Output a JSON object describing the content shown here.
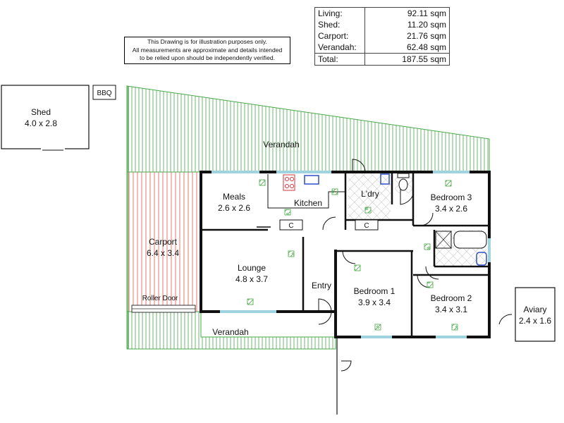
{
  "disclaimer": {
    "line1": "This Drawing is for illustration purposes only.",
    "line2": "All measurements are approximate and details intended",
    "line3": "to be relied upon should be independently verified."
  },
  "areas": [
    {
      "label": "Living:",
      "value": "92.11 sqm"
    },
    {
      "label": "Shed:",
      "value": "11.20 sqm"
    },
    {
      "label": "Carport:",
      "value": "21.76 sqm"
    },
    {
      "label": "Verandah:",
      "value": "62.48 sqm"
    }
  ],
  "total": {
    "label": "Total:",
    "value": "187.55 sqm"
  },
  "rooms": {
    "shed": {
      "name": "Shed",
      "dims": "4.0 x 2.8"
    },
    "bbq": {
      "name": "BBQ"
    },
    "verandah_top": {
      "name": "Verandah"
    },
    "verandah_bottom": {
      "name": "Verandah"
    },
    "carport": {
      "name": "Carport",
      "dims": "6.4 x 3.4"
    },
    "roller_door": {
      "name": "Roller Door"
    },
    "meals": {
      "name": "Meals",
      "dims": "2.6 x 2.6"
    },
    "kitchen": {
      "name": "Kitchen"
    },
    "laundry": {
      "name": "L'dry"
    },
    "bedroom3": {
      "name": "Bedroom 3",
      "dims": "3.4 x 2.6"
    },
    "lounge": {
      "name": "Lounge",
      "dims": "4.8 x 3.7"
    },
    "entry": {
      "name": "Entry"
    },
    "bedroom1": {
      "name": "Bedroom 1",
      "dims": "3.9 x 3.4"
    },
    "bedroom2": {
      "name": "Bedroom 2",
      "dims": "3.4 x 3.1"
    },
    "aviary": {
      "name": "Aviary",
      "dims": "2.4 x 1.6"
    },
    "cupboard_label": "C"
  },
  "colors": {
    "wall": "#111111",
    "window": "#9fd3df",
    "verandah_hatch": "#49a84a",
    "carport_hatch": "#e0554f",
    "wet_area_tile": "#9a9a9a",
    "fixture_blue": "#2d4fc9",
    "stove_red": "#d9333a",
    "light_marker": "#49a84a"
  }
}
